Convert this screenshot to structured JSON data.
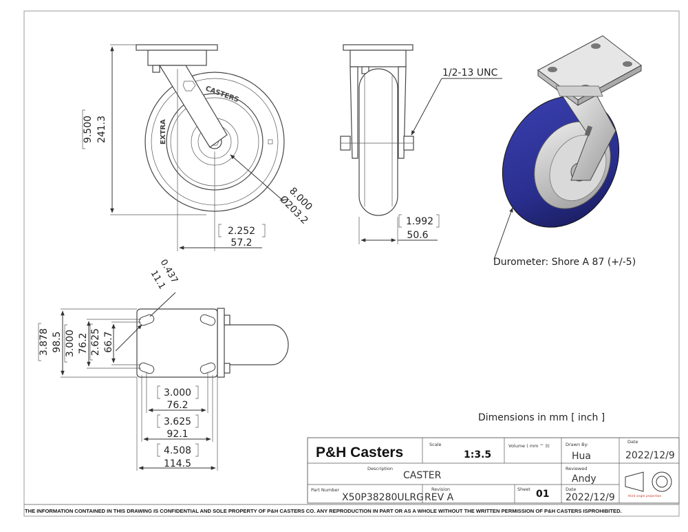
{
  "views": {
    "side": {
      "height_inch": "9.500",
      "height_mm": "241.3",
      "offset_inch": "2.252",
      "offset_mm": "57.2",
      "diameter_inch": "8.000",
      "diameter_mm": "Ø203.2",
      "wheel_mark": "EXTRA",
      "wheel_brand": "CASTERS"
    },
    "front": {
      "thread_note": "1/2-13 UNC",
      "width_inch": "1.992",
      "width_mm": "50.6"
    },
    "iso": {
      "note": "Durometer: Shore A 87 (+/-5)",
      "colors": {
        "tread": "#2a2f8f",
        "tread_dark": "#181a5c",
        "metal": "#c8c8c8"
      }
    },
    "top": {
      "slot_inch": "0.437",
      "slot_mm": "11.1",
      "plate_h_inch": "3.878",
      "plate_h_mm": "98.5",
      "holes_h_inch": "3.000",
      "holes_h_mm": "76.2",
      "slot_h_inch": "2.625",
      "slot_h_mm": "66.7",
      "holes_w_inch": "3.000",
      "holes_w_mm": "76.2",
      "slot_w_inch": "3.625",
      "slot_w_mm": "92.1",
      "plate_w_inch": "4.508",
      "plate_w_mm": "114.5"
    }
  },
  "units_note": "Dimensions in mm [ inch ]",
  "title_block": {
    "company": "P&H Casters",
    "scale_label": "Scale",
    "scale": "1:3.5",
    "volume_label": "Volume ( mm ^ 3)",
    "drawn_by_label": "Drawn By:",
    "drawn_by": "Hua",
    "date_label": "Date",
    "date": "2022/12/9",
    "description_label": "Description",
    "description": "CASTER",
    "reviewed_label": "Reviewed",
    "reviewed": "Andy",
    "part_number_label": "Part Number",
    "part_number": "X50P38280ULRG",
    "revision_label": "Revision",
    "revision": "REV A",
    "sheet_label": "Sheet",
    "sheet": "01",
    "date2_label": "Date",
    "date2": "2022/12/9",
    "projection_caption": "third angle projection"
  },
  "footer": "THE INFORMATION CONTAINED IN THIS DRAWING IS CONFIDENTIAL AND SOLE PROPERTY OF P&H CASTERS CO.  ANY REPRODUCTION IN PART OR AS A WHOLE WITHOUT THE WRITTEN PERMISSION OF P&H CASTERS ISPROHIBITED."
}
